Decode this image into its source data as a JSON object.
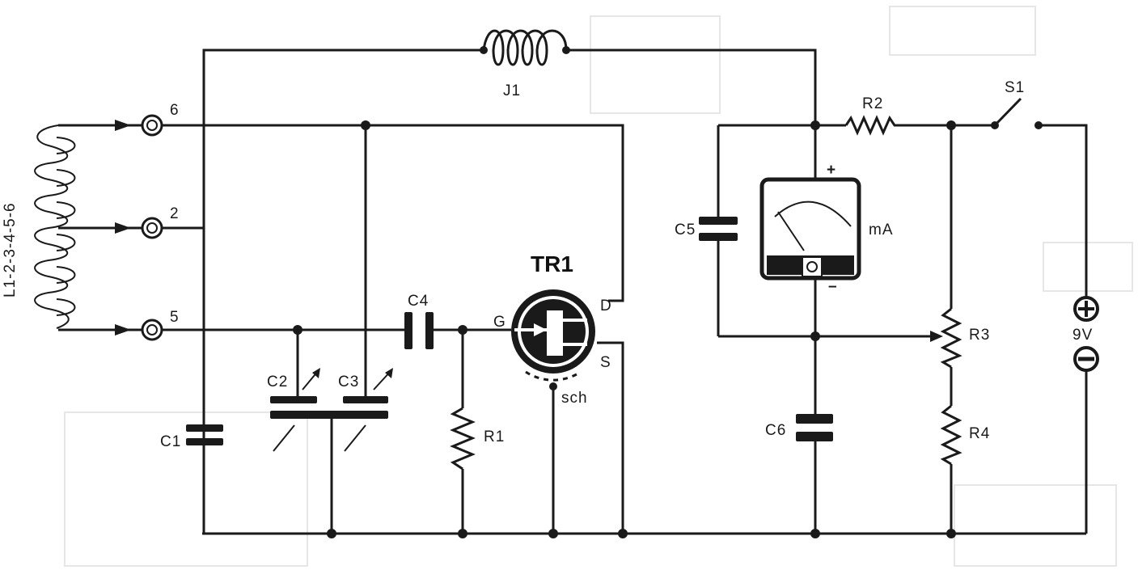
{
  "labels": {
    "coil": "L1-2-3-4-5-6",
    "tap_6": "6",
    "tap_2": "2",
    "tap_5": "5",
    "choke": "J1",
    "transistor": "TR1",
    "gate": "G",
    "drain": "D",
    "source": "S",
    "shield": "sch",
    "c1": "C1",
    "c2": "C2",
    "c3": "C3",
    "c4": "C4",
    "c5": "C5",
    "c6": "C6",
    "r1": "R1",
    "r2": "R2",
    "r3": "R3",
    "r4": "R4",
    "switch": "S1",
    "meter_unit": "mA",
    "meter_plus": "+",
    "meter_minus": "–",
    "battery": "9V"
  }
}
